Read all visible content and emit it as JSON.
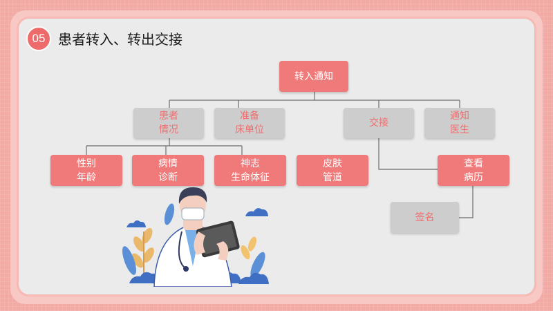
{
  "header": {
    "badge": "05",
    "title": "患者转入、转出交接"
  },
  "diagram": {
    "root": "转入通知",
    "level1": [
      "患者\n情况",
      "准备\n床单位",
      "交接",
      "通知\n医生"
    ],
    "patient_children": [
      "性别\n年龄",
      "病情\n诊断",
      "神志\n生命体征"
    ],
    "handover_children": [
      "皮肤\n管道",
      "查看\n病历"
    ],
    "record_child": "签名"
  },
  "illustration": {
    "subject": "doctor-with-tablet"
  },
  "colors": {
    "accent": "#f07a7a",
    "node_gray": "#cdcdcd",
    "background": "#ebebeb"
  }
}
